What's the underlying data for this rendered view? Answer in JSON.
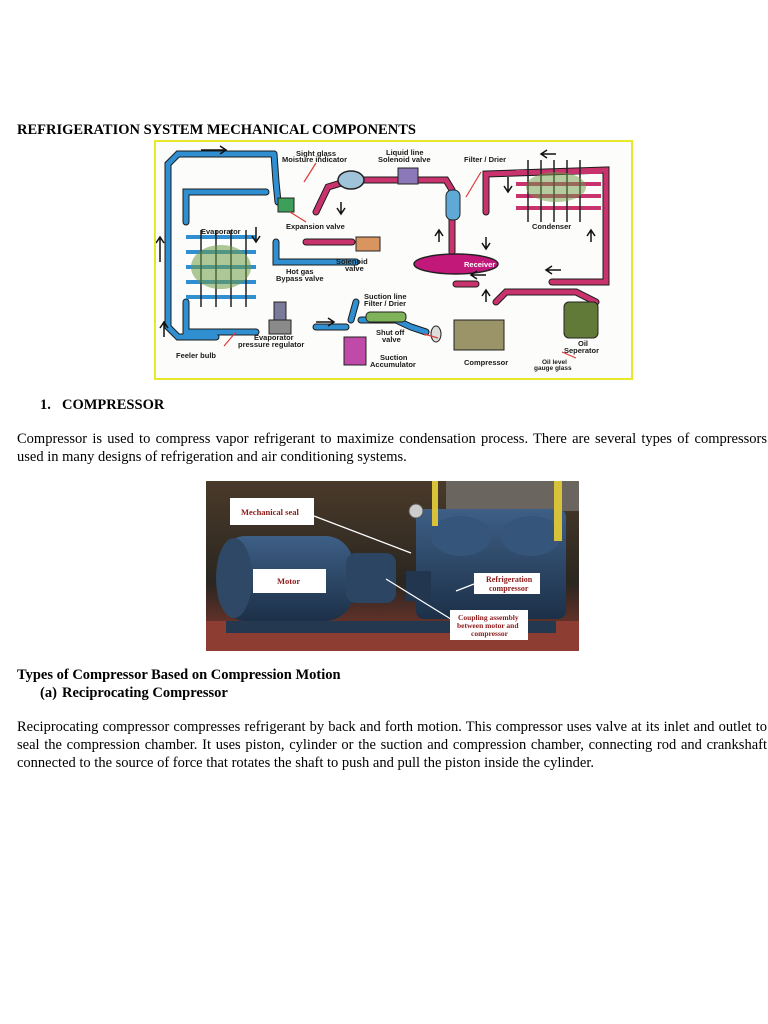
{
  "page_title": "REFRIGERATION SYSTEM MECHANICAL COMPONENTS",
  "diagram": {
    "labels": {
      "sight_glass": "Sight glass",
      "moisture_indicator": "Moisture indicator",
      "liquid_line": "Liquid line",
      "solenoid_valve_top": "Solenoid valve",
      "filter_drier": "Filter / Drier",
      "evaporator": "Evaporator",
      "expansion_valve": "Expansion valve",
      "condenser": "Condenser",
      "solenoid": "Solenoid",
      "valve": "valve",
      "hot_gas": "Hot gas",
      "bypass_valve": "Bypass valve",
      "receiver": "Receiver",
      "suction_line": "Suction line",
      "filter_drier_2": "Filter / Drier",
      "shut_off": "Shut off",
      "valve_2": "valve",
      "evaporator_pressure": "Evaporator",
      "pressure_regulator": "pressure regulator",
      "oil": "Oil",
      "separator": "Seperator",
      "feeler_bulb": "Feeler bulb",
      "suction": "Suction",
      "accumulator": "Accumulator",
      "compressor": "Compressor",
      "oil_level": "Oil level",
      "gauge_glass": "gauge glass"
    },
    "colors": {
      "blue_pipe": "#2f8fd0",
      "pink_pipe": "#c8336e",
      "receiver": "#c2187a",
      "frame": "#e8e82a"
    }
  },
  "section1": {
    "number": "1.",
    "title": "COMPRESSOR"
  },
  "para1": "Compressor is used to compress vapor refrigerant to maximize condensation process. There are several types of compressors used in many designs of refrigeration and air conditioning systems.",
  "photo": {
    "labels": {
      "mechanical_seal": "Mechanical seal",
      "motor": "Motor",
      "refrigeration": "Refrigeration",
      "compressor": "compressor",
      "coupling1": "Coupling assembly",
      "coupling2": "between motor and",
      "coupling3": "compressor"
    }
  },
  "types_heading": "Types of Compressor Based on Compression Motion",
  "subsection": {
    "number": "(a)",
    "title": "Reciprocating Compressor"
  },
  "para2": "Reciprocating compressor compresses refrigerant by back and forth motion. This compressor uses valve at its inlet and outlet to seal the compression chamber. It uses piston, cylinder or the suction and compression chamber, connecting rod and crankshaft connected to the source of force that rotates the shaft to push and pull the piston inside the cylinder."
}
